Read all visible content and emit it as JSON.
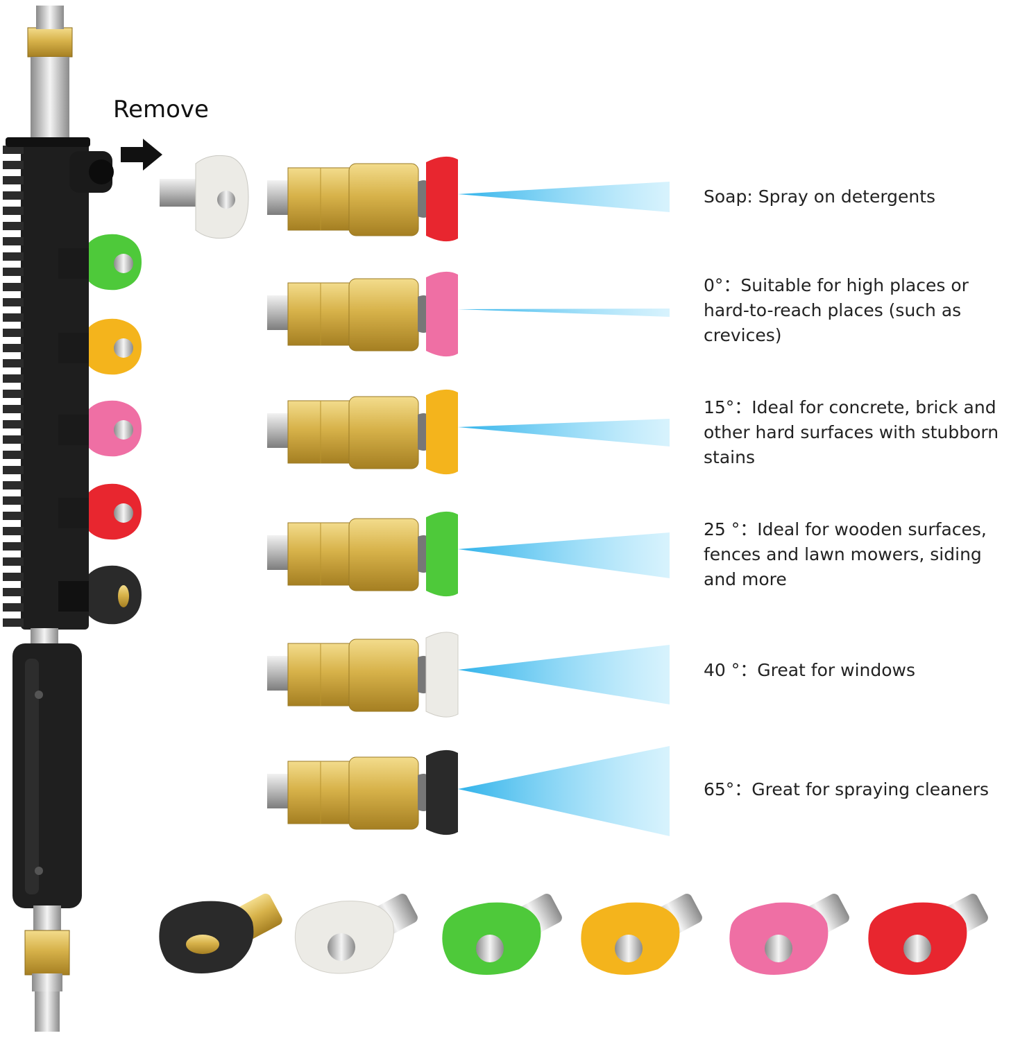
{
  "remove_label": "Remove",
  "colors": {
    "red": "#e8262f",
    "pink": "#ef6fa4",
    "yellow": "#f4b41c",
    "green": "#4ec93a",
    "white": "#ecebe6",
    "black": "#2a2a2a",
    "brass": "#d9b550",
    "spray": "#3fc0f0"
  },
  "tips": [
    {
      "color": "red",
      "label": "Soap: Spray on detergents"
    },
    {
      "color": "pink",
      "label": "0°：Suitable for high places or hard-to-reach places (such as crevices)"
    },
    {
      "color": "yellow",
      "label": "15°：Ideal for concrete, brick and other hard surfaces with stubborn stains"
    },
    {
      "color": "green",
      "label": "25 °：Ideal for wooden surfaces, fences and lawn mowers, siding and more"
    },
    {
      "color": "white",
      "label": "40 °：Great for windows"
    },
    {
      "color": "black",
      "label": "65°：Great for spraying cleaners"
    }
  ]
}
